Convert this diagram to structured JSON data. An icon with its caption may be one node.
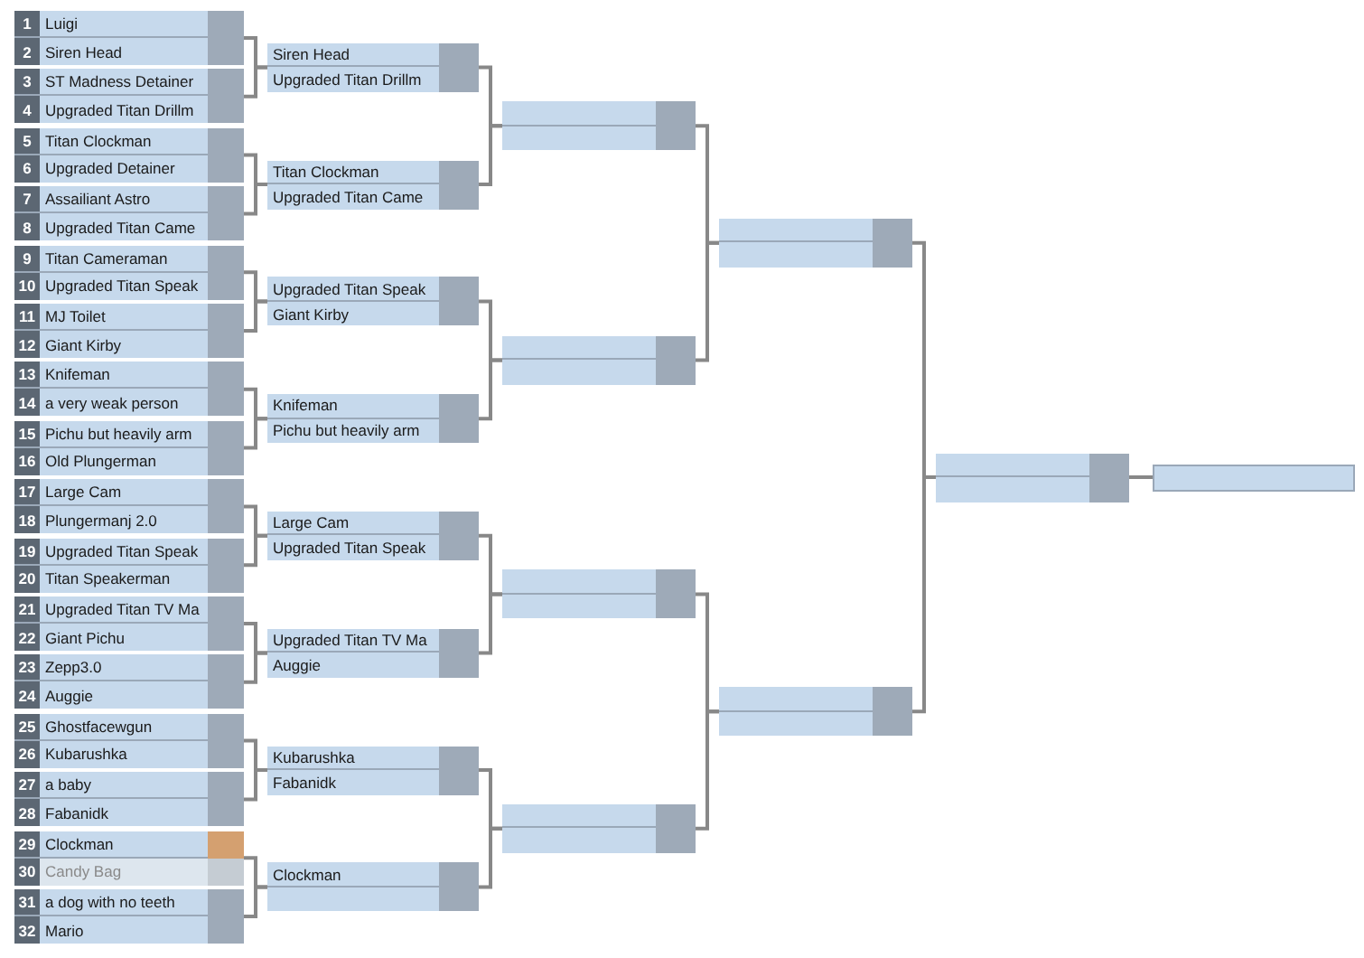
{
  "diagram": {
    "nodes": [
      {
        "text": [
          "1",
          "Luigi",
          "2",
          "Siren Head"
        ]
      },
      {
        "text": [
          "3",
          "ST Madness Detainer",
          "4",
          "Upgraded Titan Drillm"
        ]
      },
      {
        "text": [
          "5",
          "Titan Clockman",
          "6",
          "Upgraded Detainer"
        ]
      },
      {
        "text": [
          "7",
          "Assailiant Astro",
          "8",
          "Upgraded Titan Came"
        ]
      },
      {
        "text": [
          "9",
          "Titan Cameraman",
          "10",
          "Upgraded Titan Speak"
        ]
      },
      {
        "text": [
          "11",
          "MJ Toilet",
          "12",
          "Giant Kirby"
        ]
      },
      {
        "text": [
          "13",
          "Knifeman",
          "14",
          "a very weak person"
        ]
      },
      {
        "text": [
          "15",
          "Pichu but heavily arm",
          "16",
          "Old Plungerman"
        ]
      },
      {
        "text": [
          "17",
          "Large Cam",
          "18",
          "Plungermanj 2.0"
        ]
      },
      {
        "text": [
          "19",
          "Upgraded Titan Speak",
          "20",
          "Titan Speakerman"
        ]
      },
      {
        "text": [
          "21",
          "Upgraded Titan TV Ma",
          "22",
          "Giant Pichu"
        ]
      },
      {
        "text": [
          "23",
          "Zepp3.0",
          "24",
          "Auggie"
        ]
      },
      {
        "text": [
          "25",
          "Ghostfacewgun",
          "26",
          "Kubarushka"
        ]
      },
      {
        "text": [
          "27",
          "a baby",
          "28",
          "Fabanidk"
        ]
      },
      {
        "text": [
          "29",
          "Clockman",
          "30",
          "Candy Bag"
        ]
      },
      {
        "text": [
          "31",
          "a dog with no teeth",
          "32",
          "Mario"
        ]
      },
      {
        "text": [
          "Siren Head",
          "Upgraded Titan Drillm"
        ]
      },
      {
        "text": [
          "Titan Clockman",
          "Upgraded Titan Came"
        ]
      },
      {
        "text": [
          "Upgraded Titan Speak",
          "Giant Kirby"
        ]
      },
      {
        "text": [
          "Knifeman",
          "Pichu but heavily arm"
        ]
      },
      {
        "text": [
          "Large Cam",
          "Upgraded Titan Speak"
        ]
      },
      {
        "text": [
          "Upgraded Titan TV Ma",
          "Auggie"
        ]
      },
      {
        "text": [
          "Kubarushka",
          "Fabanidk"
        ]
      },
      {
        "text": [
          "Clockman"
        ]
      },
      {
        "text": [],
        "shape": "box"
      },
      {
        "text": [],
        "shape": "box"
      },
      {
        "text": [],
        "shape": "box"
      },
      {
        "text": [],
        "shape": "box"
      },
      {
        "text": [],
        "shape": "box"
      },
      {
        "text": [],
        "shape": "box"
      },
      {
        "text": [],
        "shape": "box"
      },
      {
        "text": [],
        "shape": "box"
      }
    ],
    "edges": [
      {
        "from": 0,
        "to": 16,
        "arrow": "none"
      },
      {
        "from": 1,
        "to": 16,
        "arrow": "none"
      },
      {
        "from": 2,
        "to": 17,
        "arrow": "none"
      },
      {
        "from": 3,
        "to": 17,
        "arrow": "none"
      },
      {
        "from": 4,
        "to": 18,
        "arrow": "none"
      },
      {
        "from": 5,
        "to": 18,
        "arrow": "none"
      },
      {
        "from": 6,
        "to": 19,
        "arrow": "none"
      },
      {
        "from": 7,
        "to": 19,
        "arrow": "none"
      },
      {
        "from": 8,
        "to": 20,
        "arrow": "none"
      },
      {
        "from": 9,
        "to": 20,
        "arrow": "none"
      },
      {
        "from": 10,
        "to": 21,
        "arrow": "none"
      },
      {
        "from": 11,
        "to": 21,
        "arrow": "none"
      },
      {
        "from": 12,
        "to": 22,
        "arrow": "none"
      },
      {
        "from": 13,
        "to": 22,
        "arrow": "none"
      },
      {
        "from": 14,
        "to": 23,
        "arrow": "none"
      },
      {
        "from": 15,
        "to": 23,
        "arrow": "none"
      },
      {
        "from": 16,
        "to": 24,
        "arrow": "none"
      },
      {
        "from": 17,
        "to": 24,
        "arrow": "none"
      },
      {
        "from": 18,
        "to": 25,
        "arrow": "none"
      },
      {
        "from": 19,
        "to": 25,
        "arrow": "none"
      },
      {
        "from": 20,
        "to": 26,
        "arrow": "none"
      },
      {
        "from": 21,
        "to": 26,
        "arrow": "none"
      },
      {
        "from": 22,
        "to": 27,
        "arrow": "none"
      },
      {
        "from": 23,
        "to": 27,
        "arrow": "none"
      },
      {
        "from": 24,
        "to": 28,
        "arrow": "none"
      },
      {
        "from": 25,
        "to": 28,
        "arrow": "none"
      },
      {
        "from": 26,
        "to": 29,
        "arrow": "none"
      },
      {
        "from": 27,
        "to": 29,
        "arrow": "none"
      },
      {
        "from": 28,
        "to": 30,
        "arrow": "none"
      },
      {
        "from": 29,
        "to": 30,
        "arrow": "none"
      },
      {
        "from": 30,
        "to": 31,
        "arrow": "none"
      }
    ]
  }
}
